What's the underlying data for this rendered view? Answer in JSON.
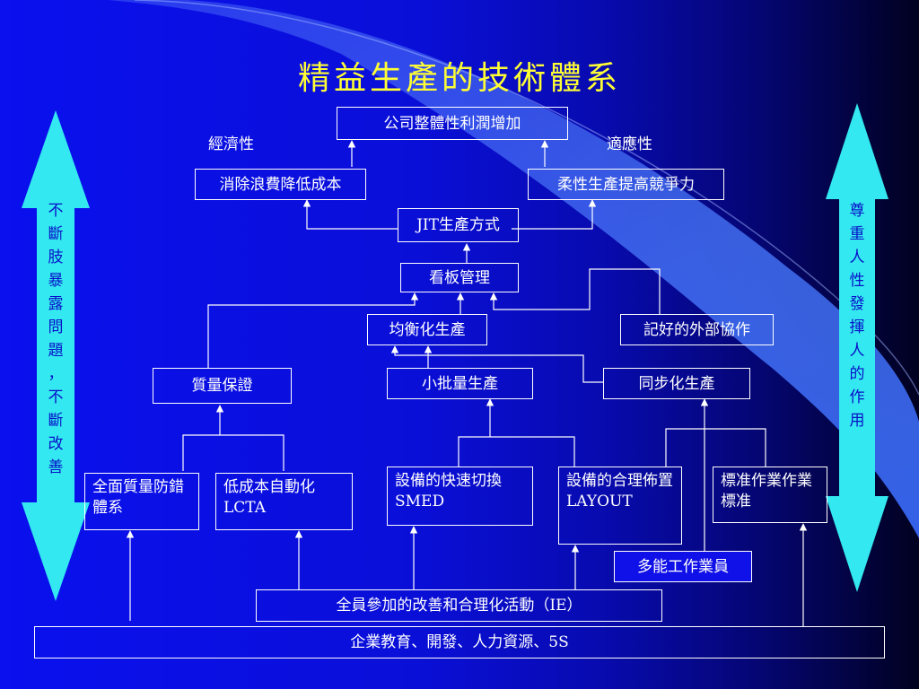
{
  "title": "精益生產的技術體系",
  "labels": {
    "left": "經濟性",
    "right": "適應性"
  },
  "boxes": {
    "profit": "公司整體性利潤增加",
    "waste": "消除浪費降低成本",
    "flex": "柔性生產提高競爭力",
    "jit": "JIT生產方式",
    "kanban": "看板管理",
    "leveled": "均衡化生產",
    "outsource": "記好的外部協作",
    "quality": "質量保證",
    "small_lot": "小批量生產",
    "sync": "同步化生產",
    "tqc": "全面質量防錯體系",
    "lcta": "低成本自動化LCTA",
    "smed": "設備的快速切換SMED",
    "layout": "設備的合理佈置LAYOUT",
    "standard": "標准作業作業標准",
    "multi": "多能工作業員",
    "ie": "全員參加的改善和合理化活動（IE）",
    "base": "企業教育、開發、人力資源、5S"
  },
  "side_left": [
    "不",
    "斷",
    "肢",
    "暴",
    "露",
    "問",
    "題",
    "，",
    "不",
    "斷",
    "改",
    "善"
  ],
  "side_right": [
    "尊",
    "重",
    "人",
    "性",
    "發",
    "揮",
    "人",
    "的",
    "作",
    "用"
  ],
  "colors": {
    "title": "#ffff33",
    "arrow": "#33e8f0",
    "line": "#ffffff"
  }
}
